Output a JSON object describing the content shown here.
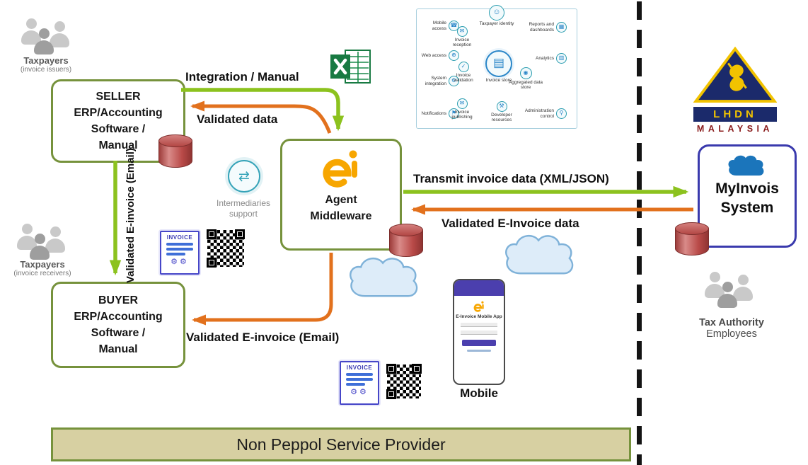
{
  "groups": {
    "taxpayers_issuers": {
      "title": "Taxpayers",
      "subtitle": "(invoice issuers)"
    },
    "taxpayers_receivers": {
      "title": "Taxpayers",
      "subtitle": "(invoice receivers)"
    },
    "tax_authority": {
      "title": "Tax Authority",
      "subtitle": "Employees"
    }
  },
  "boxes": {
    "seller": {
      "lines": [
        "SELLER",
        "ERP/Accounting",
        "Software /",
        "Manual"
      ]
    },
    "buyer": {
      "lines": [
        "BUYER",
        "ERP/Accounting",
        "Software /",
        "Manual"
      ]
    },
    "agent": {
      "lines": [
        "Agent",
        "Middleware"
      ]
    },
    "myinvois": {
      "lines": [
        "MyInvois",
        "System"
      ]
    }
  },
  "intermediaries": {
    "lines": [
      "Intermediaries",
      "support"
    ]
  },
  "lhdn_logo": {
    "acronym": "LHDN",
    "country": "MALAYSIA"
  },
  "arrows": {
    "integration_manual": "Integration / Manual",
    "validated_data": "Validated data",
    "validated_einvoice_email_left": "Validated E-invoice (Email)",
    "validated_einvoice_email_bottom": "Validated E-invoice (Email)",
    "transmit_invoice": "Transmit invoice data (XML/JSON)",
    "validated_einvoice_data": "Validated E-Invoice data"
  },
  "microservices": {
    "items": [
      {
        "label": "Mobile access"
      },
      {
        "label": "Web access"
      },
      {
        "label": "System integration"
      },
      {
        "label": "Notifications"
      },
      {
        "label": "Invoice reception"
      },
      {
        "label": "Invoice validation"
      },
      {
        "label": "Invoice publishing"
      },
      {
        "label": "Taxpayer identity"
      },
      {
        "label": "Invoice store"
      },
      {
        "label": "Aggregated data store"
      },
      {
        "label": "Reports and dashboards"
      },
      {
        "label": "Analytics"
      },
      {
        "label": "Developer resources"
      },
      {
        "label": "Administration control"
      }
    ]
  },
  "mobile": {
    "caption": "Mobile",
    "app_title": "E-Invoice Mobile App"
  },
  "invoice_doc": {
    "title": "INVOICE"
  },
  "banner": {
    "text": "Non Peppol Service Provider"
  },
  "colors": {
    "box_green": "#76923c",
    "arrow_green": "#8cc21e",
    "arrow_orange": "#e2711d",
    "cylinder_red": "#c0504d",
    "myinvois_border": "#3a3aad",
    "cloud_blue": "#1b75bb",
    "lhdn_navy": "#1b2a6b",
    "lhdn_yellow": "#f2c300",
    "banner_bg": "#d7d0a2"
  }
}
